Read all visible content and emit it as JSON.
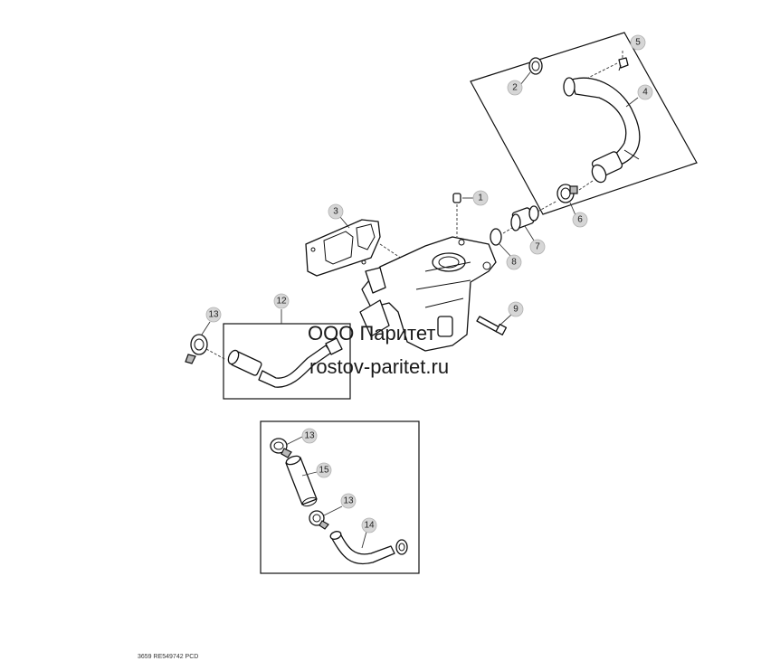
{
  "callouts": [
    "1",
    "2",
    "3",
    "4",
    "5",
    "6",
    "7",
    "8",
    "9",
    "12",
    "13",
    "13",
    "13",
    "14",
    "15"
  ],
  "watermark": {
    "line1": "ООО Паритет",
    "line2": "rostov-paritet.ru"
  },
  "footer_code": "3659 RE549742 PCD"
}
